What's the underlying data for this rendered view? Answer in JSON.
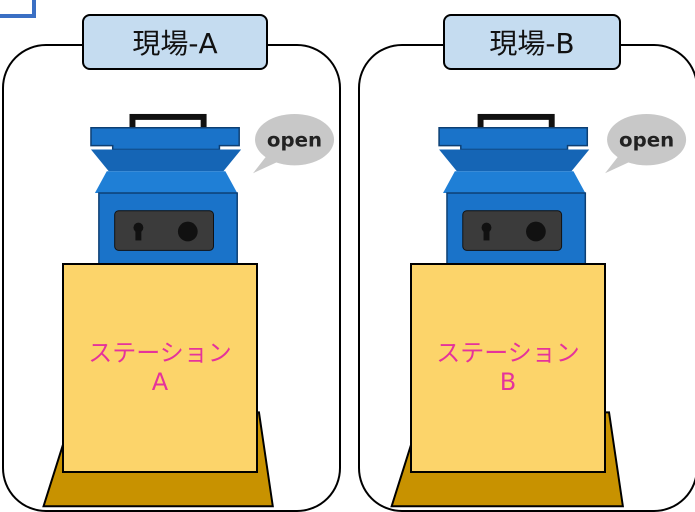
{
  "sites": [
    {
      "label": "現場-A",
      "bubble": "open",
      "station_line1": "ステーション",
      "station_line2": "A"
    },
    {
      "label": "現場-B",
      "bubble": "open",
      "station_line1": "ステーション",
      "station_line2": "B"
    }
  ],
  "colors": {
    "label_bg": "#c5dcf0",
    "station_bg": "#fcd46a",
    "station_text": "#e5339b",
    "device_blue": "#1a73c9",
    "base_gold": "#c89200"
  }
}
